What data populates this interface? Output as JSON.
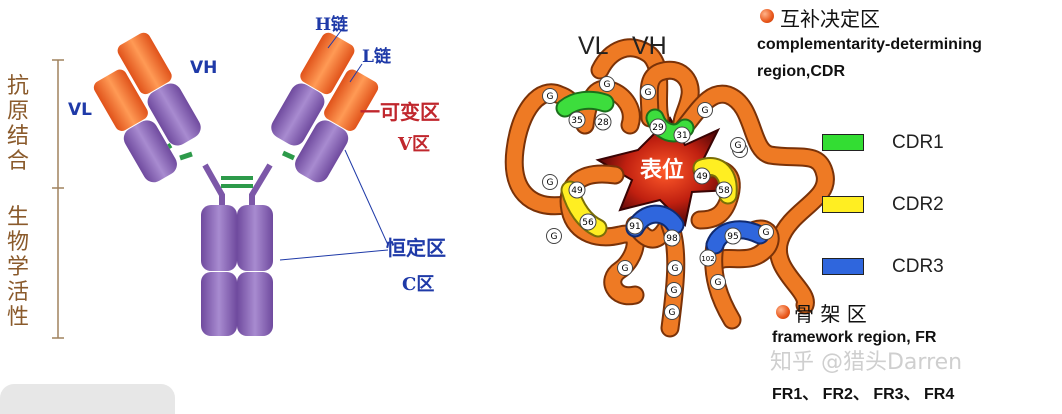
{
  "left_panel": {
    "antigen_binding": [
      "抗",
      "原",
      "结",
      "合"
    ],
    "bio_activity": [
      "生",
      "物",
      "学",
      "活",
      "性"
    ],
    "vl": "VL",
    "vh": "VH",
    "h_chain": "H链",
    "l_chain": "L链",
    "variable_region": "一可变区",
    "v_region": "V区",
    "constant_region": "恒定区",
    "c_region": "C区"
  },
  "right_panel": {
    "vl": "VL",
    "vh": "VH",
    "epitope": "表位",
    "cdr_title": "互补决定区",
    "cdr_en_line1": "complementarity-determining",
    "cdr_en_line2": "region,CDR",
    "legend": [
      {
        "label": "CDR1",
        "color": "#33dd33"
      },
      {
        "label": "CDR2",
        "color": "#ffee22"
      },
      {
        "label": "CDR3",
        "color": "#2f66dd"
      }
    ],
    "fr_title": "骨 架 区",
    "fr_en": "framework region, FR",
    "fr_list": "FR1、 FR2、 FR3、 FR4",
    "watermark": "知乎 @猎头Darren",
    "residues": [
      "35",
      "28",
      "29",
      "31",
      "49",
      "58",
      "49",
      "56",
      "91",
      "98",
      "95",
      "102",
      "G"
    ]
  },
  "colors": {
    "fab_orange": "#f06a2a",
    "domain_purple": "#8a63b8",
    "disulfide_green": "#2d9a4a",
    "loop_orange": "#e8731d",
    "epitope_red": "#8b0f0f"
  }
}
